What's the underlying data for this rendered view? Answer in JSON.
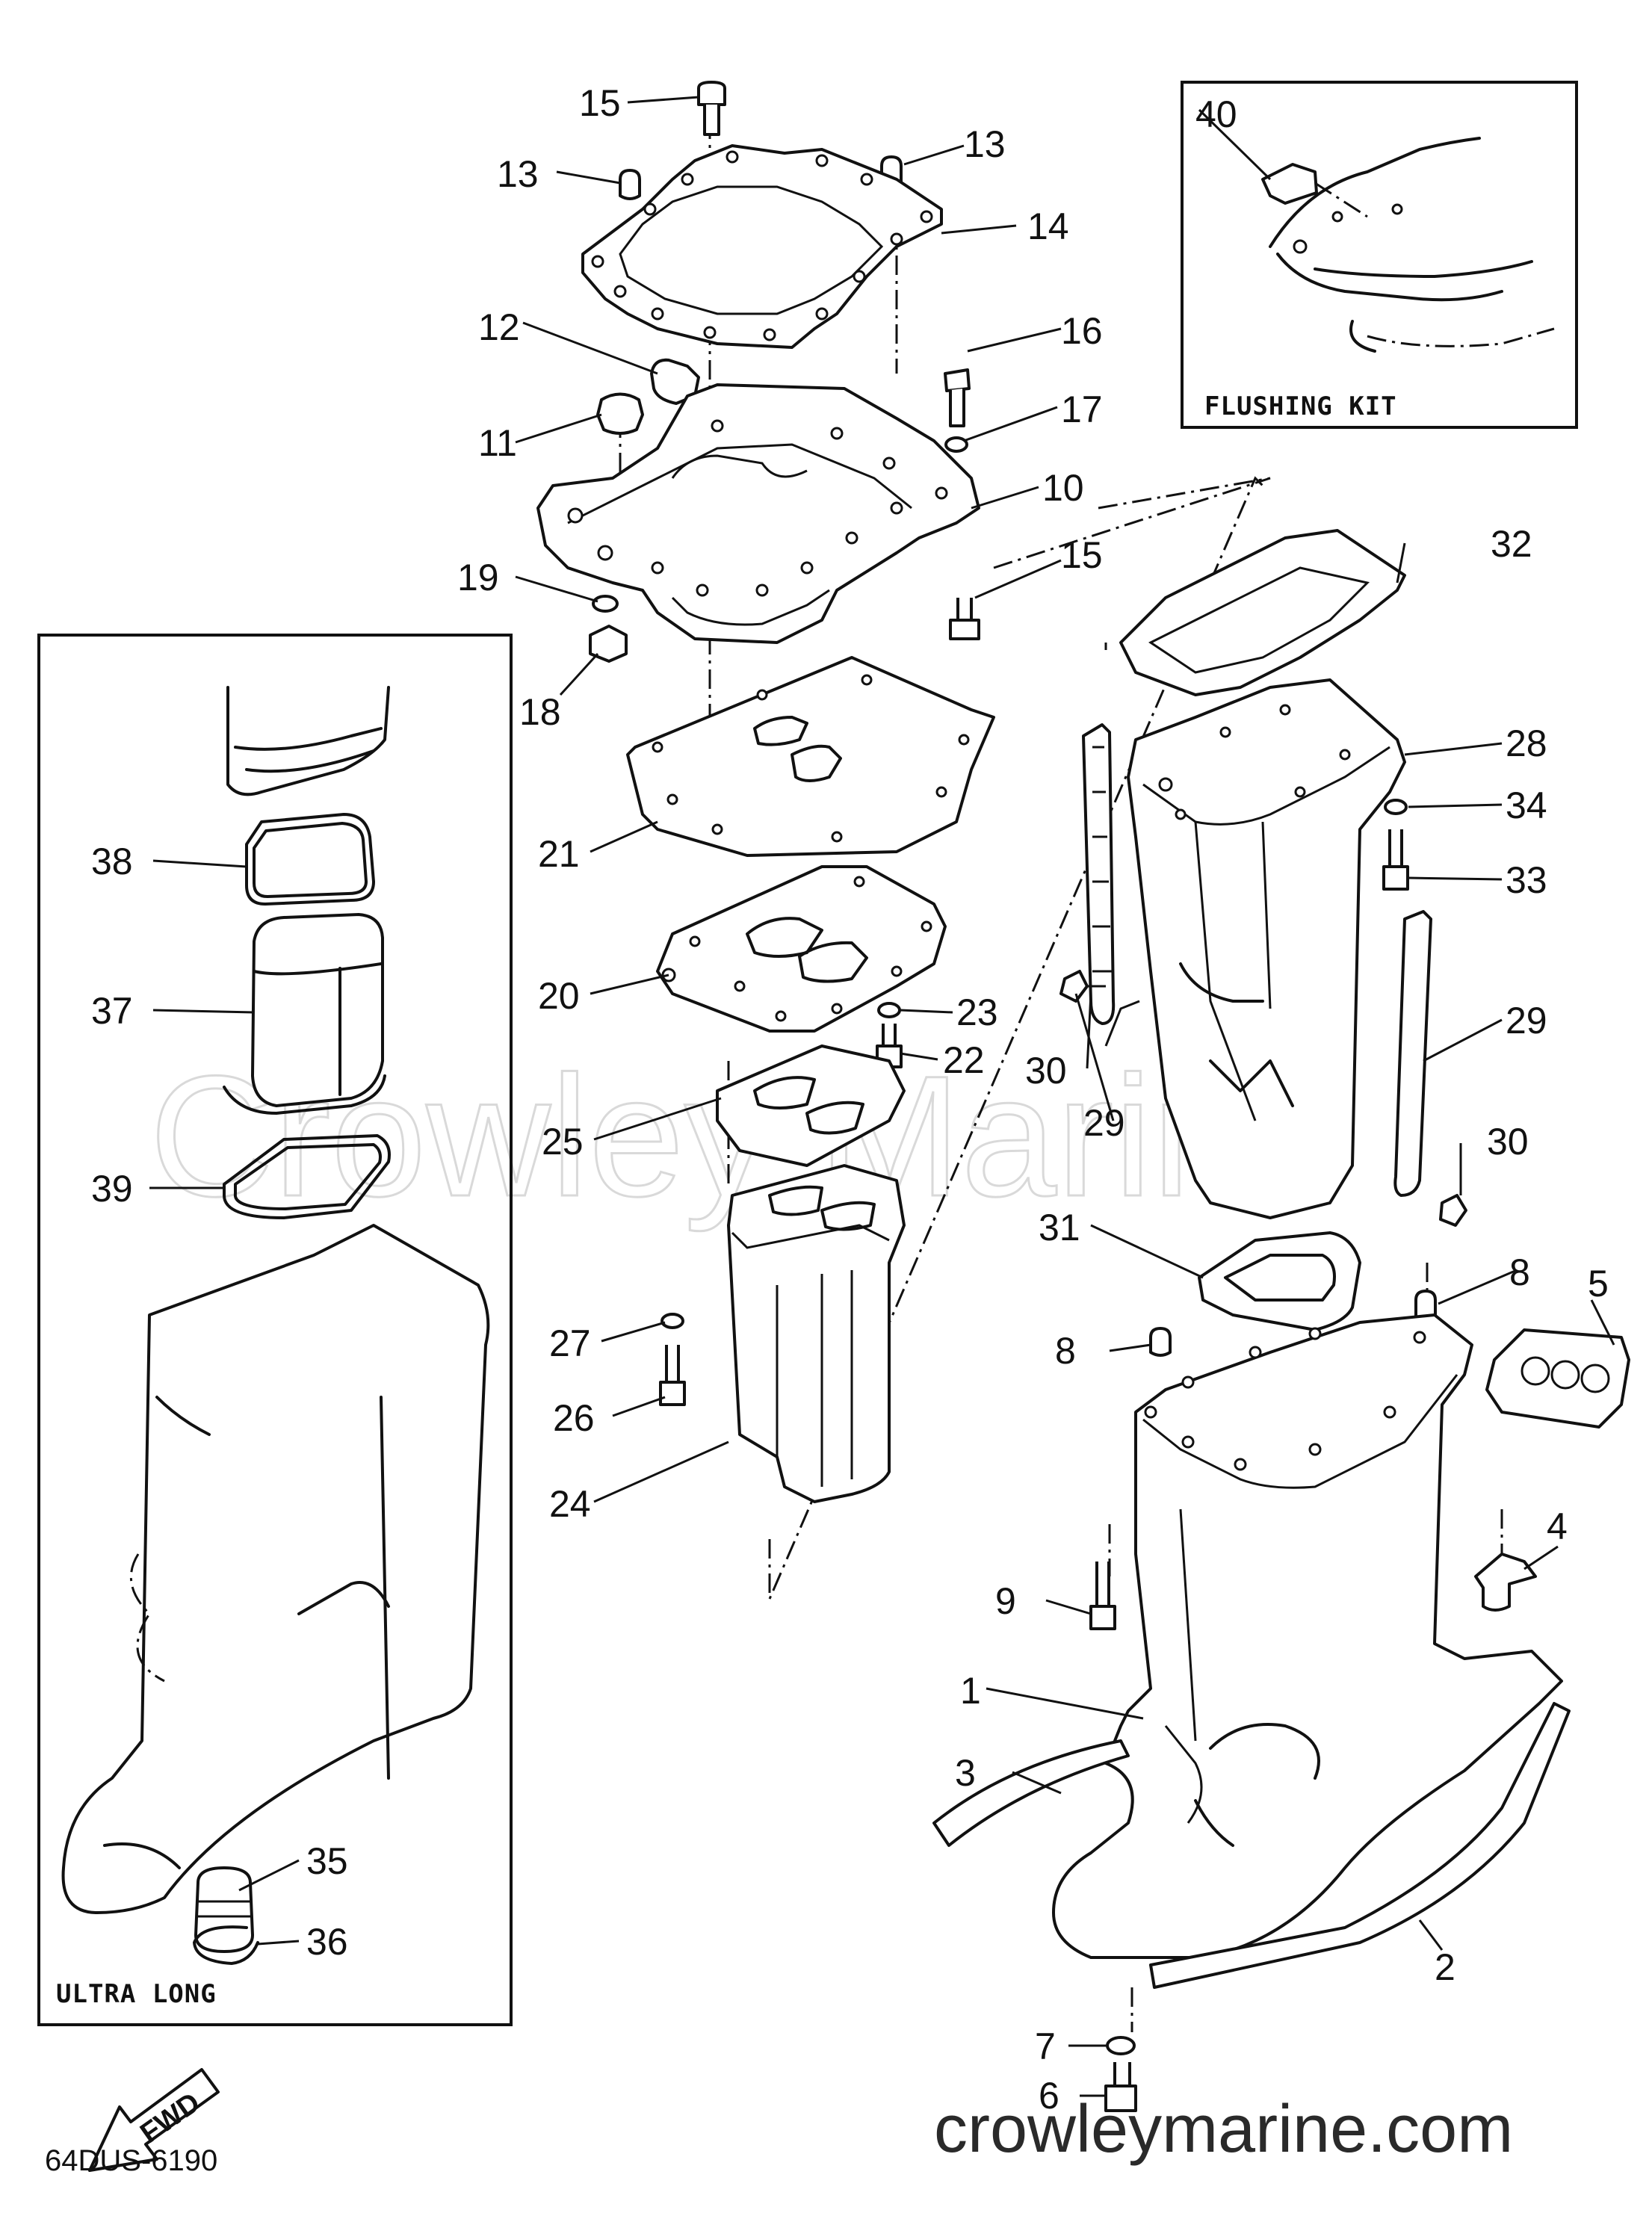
{
  "diagram": {
    "code": "64DUS-6190",
    "watermark": "Crowley Marine",
    "website": "crowleymarine.com",
    "fwd_label": "FWD",
    "insets": {
      "flushing_kit": "FLUSHING KIT",
      "ultra_long": "ULTRA LONG"
    },
    "callouts": {
      "p1": "1",
      "p2": "2",
      "p3": "3",
      "p4": "4",
      "p5": "5",
      "p6": "6",
      "p7": "7",
      "p8a": "8",
      "p8b": "8",
      "p9": "9",
      "p10": "10",
      "p11": "11",
      "p12": "12",
      "p13a": "13",
      "p13b": "13",
      "p14": "14",
      "p15a": "15",
      "p15b": "15",
      "p16": "16",
      "p17": "17",
      "p18": "18",
      "p19": "19",
      "p20": "20",
      "p21": "21",
      "p22": "22",
      "p23": "23",
      "p24": "24",
      "p25": "25",
      "p26": "26",
      "p27": "27",
      "p28": "28",
      "p29a": "29",
      "p29b": "29",
      "p30a": "30",
      "p30b": "30",
      "p31": "31",
      "p32": "32",
      "p33": "33",
      "p34": "34",
      "p35": "35",
      "p36": "36",
      "p37": "37",
      "p38": "38",
      "p39": "39",
      "p40": "40"
    }
  }
}
